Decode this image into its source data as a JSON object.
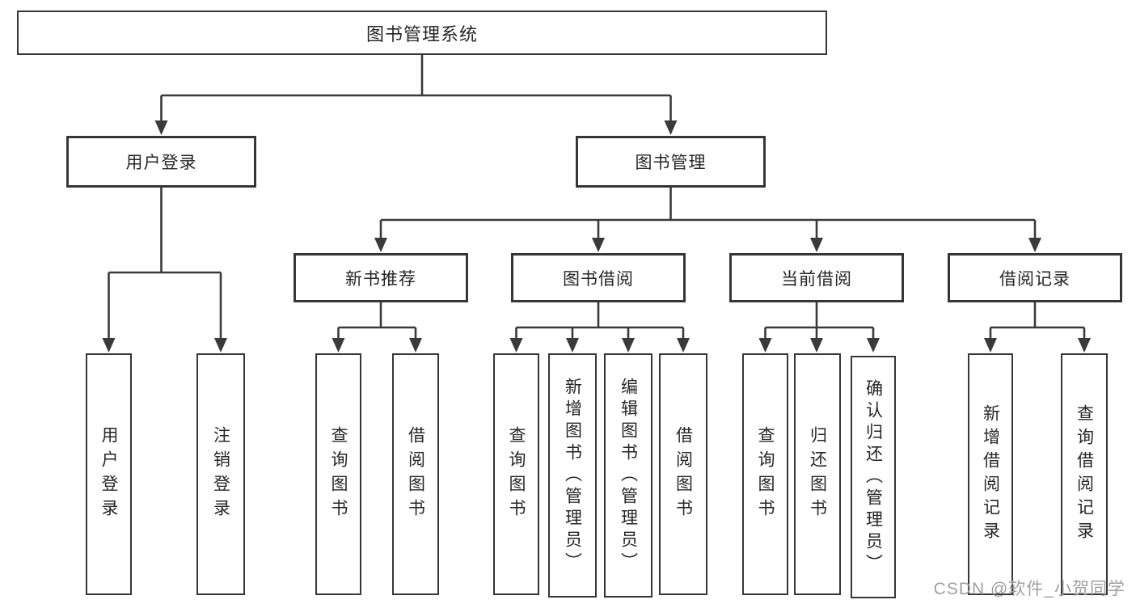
{
  "diagram": {
    "title": "图书管理系统",
    "colors": {
      "line": "#3a3a3a",
      "box_border": "#363636",
      "text": "#262626",
      "background": "#ffffff",
      "watermark": "#9f9f9f"
    },
    "nodes": {
      "root": {
        "label": "图书管理系统"
      },
      "level2": [
        {
          "label": "用户登录"
        },
        {
          "label": "图书管理"
        }
      ],
      "level3": [
        {
          "label": "新书推荐",
          "parent": "图书管理"
        },
        {
          "label": "图书借阅",
          "parent": "图书管理"
        },
        {
          "label": "当前借阅",
          "parent": "图书管理"
        },
        {
          "label": "借阅记录",
          "parent": "图书管理"
        }
      ],
      "leaves": [
        {
          "label": "用户登录",
          "parent": "用户登录"
        },
        {
          "label": "注销登录",
          "parent": "用户登录"
        },
        {
          "label": "查询图书",
          "parent": "新书推荐"
        },
        {
          "label": "借阅图书",
          "parent": "新书推荐"
        },
        {
          "label": "查询图书",
          "parent": "图书借阅"
        },
        {
          "label": "新增图书（管理员）",
          "parent": "图书借阅"
        },
        {
          "label": "编辑图书（管理员）",
          "parent": "图书借阅"
        },
        {
          "label": "借阅图书",
          "parent": "图书借阅"
        },
        {
          "label": "查询图书",
          "parent": "当前借阅"
        },
        {
          "label": "归还图书",
          "parent": "当前借阅"
        },
        {
          "label": "确认归还（管理员）",
          "parent": "当前借阅"
        },
        {
          "label": "新增借阅记录",
          "parent": "借阅记录"
        },
        {
          "label": "查询借阅记录",
          "parent": "借阅记录"
        }
      ]
    },
    "watermark": {
      "text": "CSDN @软件_小贺同学"
    }
  }
}
